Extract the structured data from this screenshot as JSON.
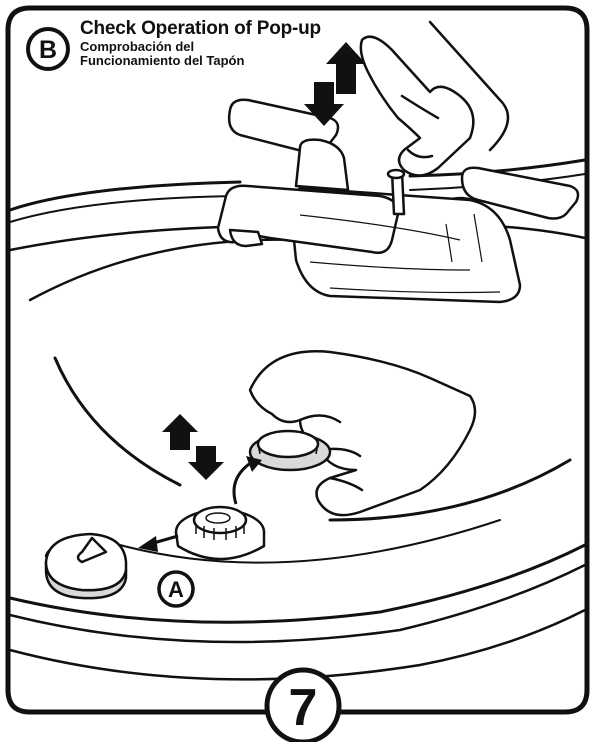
{
  "step": {
    "marker_b": "B",
    "marker_a": "A",
    "title_en": "Check Operation of Pop-up",
    "title_es_line1": "Comprobación del",
    "title_es_line2": "Funcionamiento del Tapón",
    "page_number": "7"
  },
  "colors": {
    "ink": "#111111",
    "shade": "#d9d9d9",
    "paper": "#ffffff"
  },
  "icons": [
    "up-arrow-icon",
    "down-arrow-icon",
    "curved-arrow-icon",
    "left-arrow-icon"
  ]
}
